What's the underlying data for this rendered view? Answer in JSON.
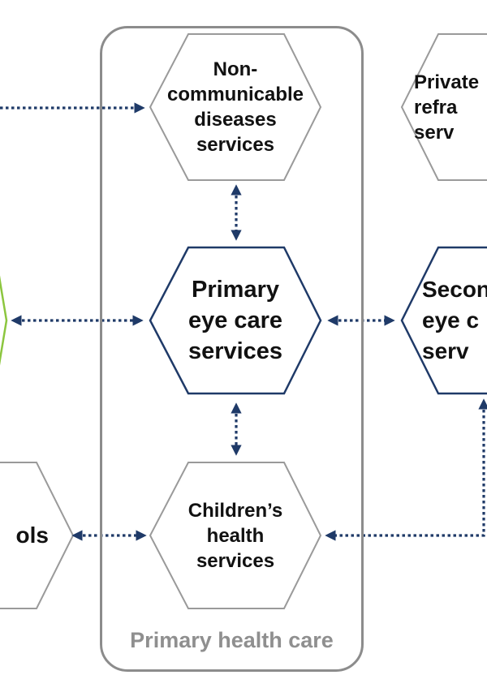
{
  "container": {
    "label": "Primary health care"
  },
  "nodes": {
    "ncd": {
      "label": "Non-\ncommunicable\ndiseases\nservices"
    },
    "primary_eye_care": {
      "label": "Primary\neye care\nservices"
    },
    "childrens_health": {
      "label": "Children’s\nhealth\nservices"
    },
    "private_refraction": {
      "label": "Private\nrefra\nserv"
    },
    "secondary_eye_care": {
      "label": "Secon\neye c\nserv"
    },
    "schools": {
      "label": "ols"
    }
  },
  "colors": {
    "arrow": "#1f3a68",
    "primary_hex_border": "#1f3a68",
    "grey_hex_border": "#9a9a9a",
    "green_hex_border": "#8cc63f",
    "container_border": "#8c8c8c",
    "container_label": "#8f8f8f"
  }
}
